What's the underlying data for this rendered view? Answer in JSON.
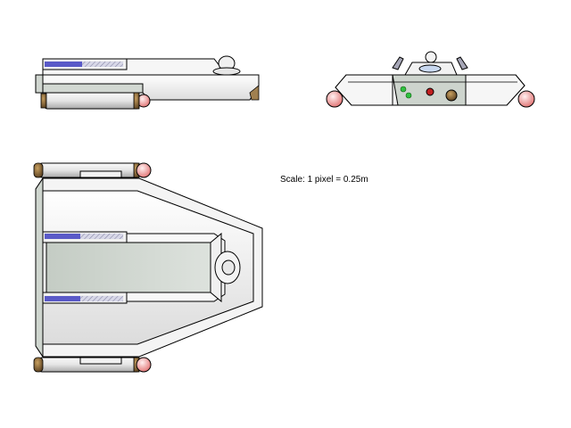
{
  "scale_label": "Scale: 1 pixel = 0.25m",
  "colors": {
    "hull_light": "#f2f2f2",
    "hull_shade": "#c8d0c8",
    "outline": "#000000",
    "stripe_blue": "#5a5ac8",
    "nacelle_silver": "#d8d8d8",
    "nacelle_cap_pink": "#f4a8a8",
    "nacelle_cap_brown": "#8a6a3a",
    "light_green": "#30c040",
    "light_red": "#c02020"
  },
  "views": [
    "side-view",
    "front-view",
    "top-view"
  ]
}
